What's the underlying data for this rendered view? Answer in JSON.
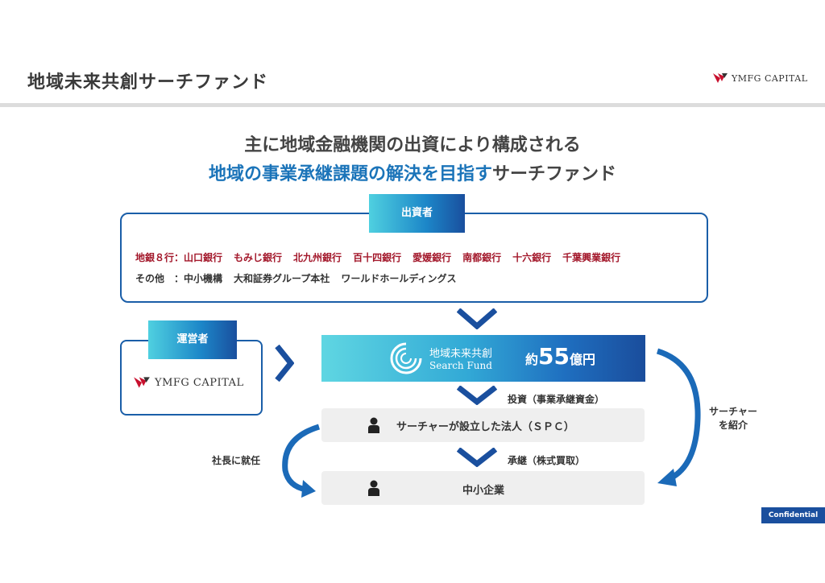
{
  "header": {
    "title": "地域未来共創サーチファンド",
    "brand": "YMFG CAPITAL"
  },
  "headline": {
    "line1": "主に地域金融機関の出資により構成される",
    "line2_highlight": "地域の事業承継課題の解決を目指す",
    "line2_rest": "サーチファンド"
  },
  "investors": {
    "tab_label": "出資者",
    "banks_prefix": "地銀８行：",
    "banks": [
      "山口銀行",
      "もみじ銀行",
      "北九州銀行",
      "百十四銀行",
      "愛媛銀行",
      "南都銀行",
      "十六銀行",
      "千葉興業銀行"
    ],
    "others_prefix": "その他　：",
    "others": [
      "中小機構",
      "大和証券グループ本社",
      "ワールドホールディングス"
    ]
  },
  "operator": {
    "tab_label": "運営者",
    "brand": "YMFG CAPITAL"
  },
  "fund": {
    "name_jp": "地域未来共創",
    "name_en": "Search Fund",
    "amount_prefix": "約",
    "amount_number": "55",
    "amount_suffix": "億円"
  },
  "flow": {
    "invest_label": "投資（事業承継資金）",
    "spc": "サーチャーが設立した法人（ＳＰＣ）",
    "succession_label": "承継（株式買取）",
    "sme": "中小企業",
    "ceo_label": "社長に就任",
    "searcher_intro_line1": "サーチャー",
    "searcher_intro_line2": "を紹介"
  },
  "footer": {
    "confidential": "Confidential"
  },
  "colors": {
    "accent_blue": "#1b74b9",
    "navy": "#1a4f9e",
    "bank_red": "#a3182b",
    "cyan": "#4fd0e0"
  },
  "icons": {
    "logo": "ymfg-logo-icon",
    "fund": "fund-swirl-icon",
    "person": "person-icon",
    "arrow": "chevron-down-icon"
  }
}
